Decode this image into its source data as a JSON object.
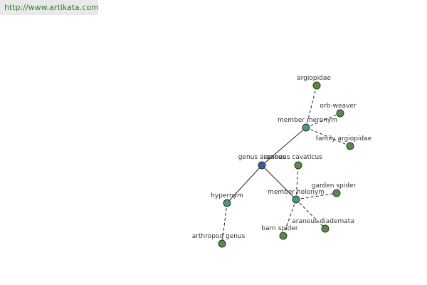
{
  "header": {
    "url": "http://www.artikata.com"
  },
  "colors": {
    "root": "#3d5aa8",
    "relation": "#4f9191",
    "term": "#5a8a4a",
    "edge": "#222222",
    "label": "#333333",
    "url_text": "#2e7d2e",
    "url_bg": "#e9e9e9"
  },
  "graph": {
    "nodes": [
      {
        "id": "genus-araneus",
        "label": "genus araneus",
        "kind": "root"
      },
      {
        "id": "member-meronym",
        "label": "member meronym",
        "kind": "relation"
      },
      {
        "id": "member-holonym",
        "label": "member holonym",
        "kind": "relation"
      },
      {
        "id": "hypernym",
        "label": "hypernym",
        "kind": "relation"
      },
      {
        "id": "argiopidae",
        "label": "argiopidae",
        "kind": "term"
      },
      {
        "id": "orb-weaver",
        "label": "orb-weaver",
        "kind": "term"
      },
      {
        "id": "family-argiopidae",
        "label": "family argiopidae",
        "kind": "term"
      },
      {
        "id": "araneus-cavaticus",
        "label": "araneus cavaticus",
        "kind": "term"
      },
      {
        "id": "garden-spider",
        "label": "garden spider",
        "kind": "term"
      },
      {
        "id": "araneus-diademata",
        "label": "araneus diademata",
        "kind": "term"
      },
      {
        "id": "barn-spider",
        "label": "barn spider",
        "kind": "term"
      },
      {
        "id": "arthropod-genus",
        "label": "arthropod genus",
        "kind": "term"
      }
    ],
    "edges": [
      {
        "from": "genus-araneus",
        "to": "member-meronym",
        "style": "solid"
      },
      {
        "from": "genus-araneus",
        "to": "member-holonym",
        "style": "solid"
      },
      {
        "from": "genus-araneus",
        "to": "hypernym",
        "style": "solid"
      },
      {
        "from": "member-meronym",
        "to": "argiopidae",
        "style": "dashed"
      },
      {
        "from": "member-meronym",
        "to": "orb-weaver",
        "style": "dashed"
      },
      {
        "from": "member-meronym",
        "to": "family-argiopidae",
        "style": "dashed"
      },
      {
        "from": "member-holonym",
        "to": "araneus-cavaticus",
        "style": "dashed"
      },
      {
        "from": "member-holonym",
        "to": "garden-spider",
        "style": "dashed"
      },
      {
        "from": "member-holonym",
        "to": "araneus-diademata",
        "style": "dashed"
      },
      {
        "from": "member-holonym",
        "to": "barn-spider",
        "style": "dashed"
      },
      {
        "from": "hypernym",
        "to": "arthropod-genus",
        "style": "dashed"
      }
    ]
  }
}
